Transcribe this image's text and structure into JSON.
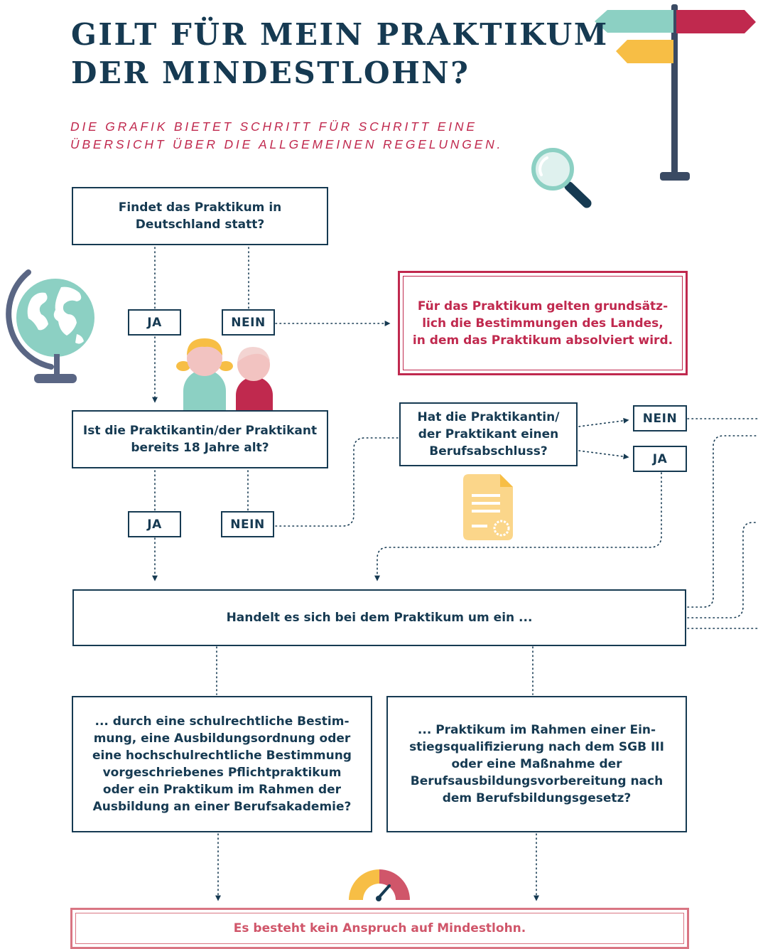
{
  "header": {
    "title_line1": "GILT FÜR MEIN PRAKTIKUM",
    "title_line2": "DER MINDESTLOHN?",
    "subtitle_line1": "DIE GRAFIK BIETET SCHRITT FÜR SCHRITT EINE",
    "subtitle_line2": "ÜBERSICHT ÜBER DIE ALLGEMEINEN REGELUNGEN."
  },
  "colors": {
    "navy": "#163a52",
    "crimson": "#c0294e",
    "teal": "#8cd0c3",
    "yellow": "#f7be45",
    "pink": "#d97583"
  },
  "icons": [
    "signpost-icon",
    "magnifier-icon",
    "globe-icon",
    "children-icon",
    "certificate-icon",
    "gauge-icon"
  ],
  "flow": {
    "q1": [
      "Findet das Praktikum in",
      "Deutschland statt?"
    ],
    "q1_ja": "JA",
    "q1_nein": "NEIN",
    "abroad": [
      "Für das Praktikum gelten grundsätz-",
      "lich die Bestimmungen des Landes,",
      "in dem das Praktikum absolviert wird."
    ],
    "q2": [
      "Ist die Praktikantin/der Praktikant",
      "bereits 18 Jahre alt?"
    ],
    "q2_ja": "JA",
    "q2_nein": "NEIN",
    "q3": [
      "Hat die Praktikantin/",
      "der Praktikant einen",
      "Berufsabschluss?"
    ],
    "q3_nein": "NEIN",
    "q3_ja": "JA",
    "q4": "Handelt es sich bei dem Praktikum um ein ...",
    "opt_left": [
      "... durch eine schulrechtliche Bestim-",
      "mung, eine Ausbildungsordnung oder",
      "eine hochschulrechtliche Bestimmung",
      "vorgeschriebenes Pflichtpraktikum",
      "oder ein Praktikum im Rahmen der",
      "Ausbildung an einer Berufsakademie?"
    ],
    "opt_right": [
      "... Praktikum im Rahmen einer Ein-",
      "stiegsqualifizierung nach dem SGB III",
      "oder eine Maßnahme der",
      "Berufsausbildungsvorbereitung nach",
      "dem Berufsbildungsgesetz?"
    ],
    "result": "Es besteht kein Anspruch auf Mindestlohn."
  }
}
